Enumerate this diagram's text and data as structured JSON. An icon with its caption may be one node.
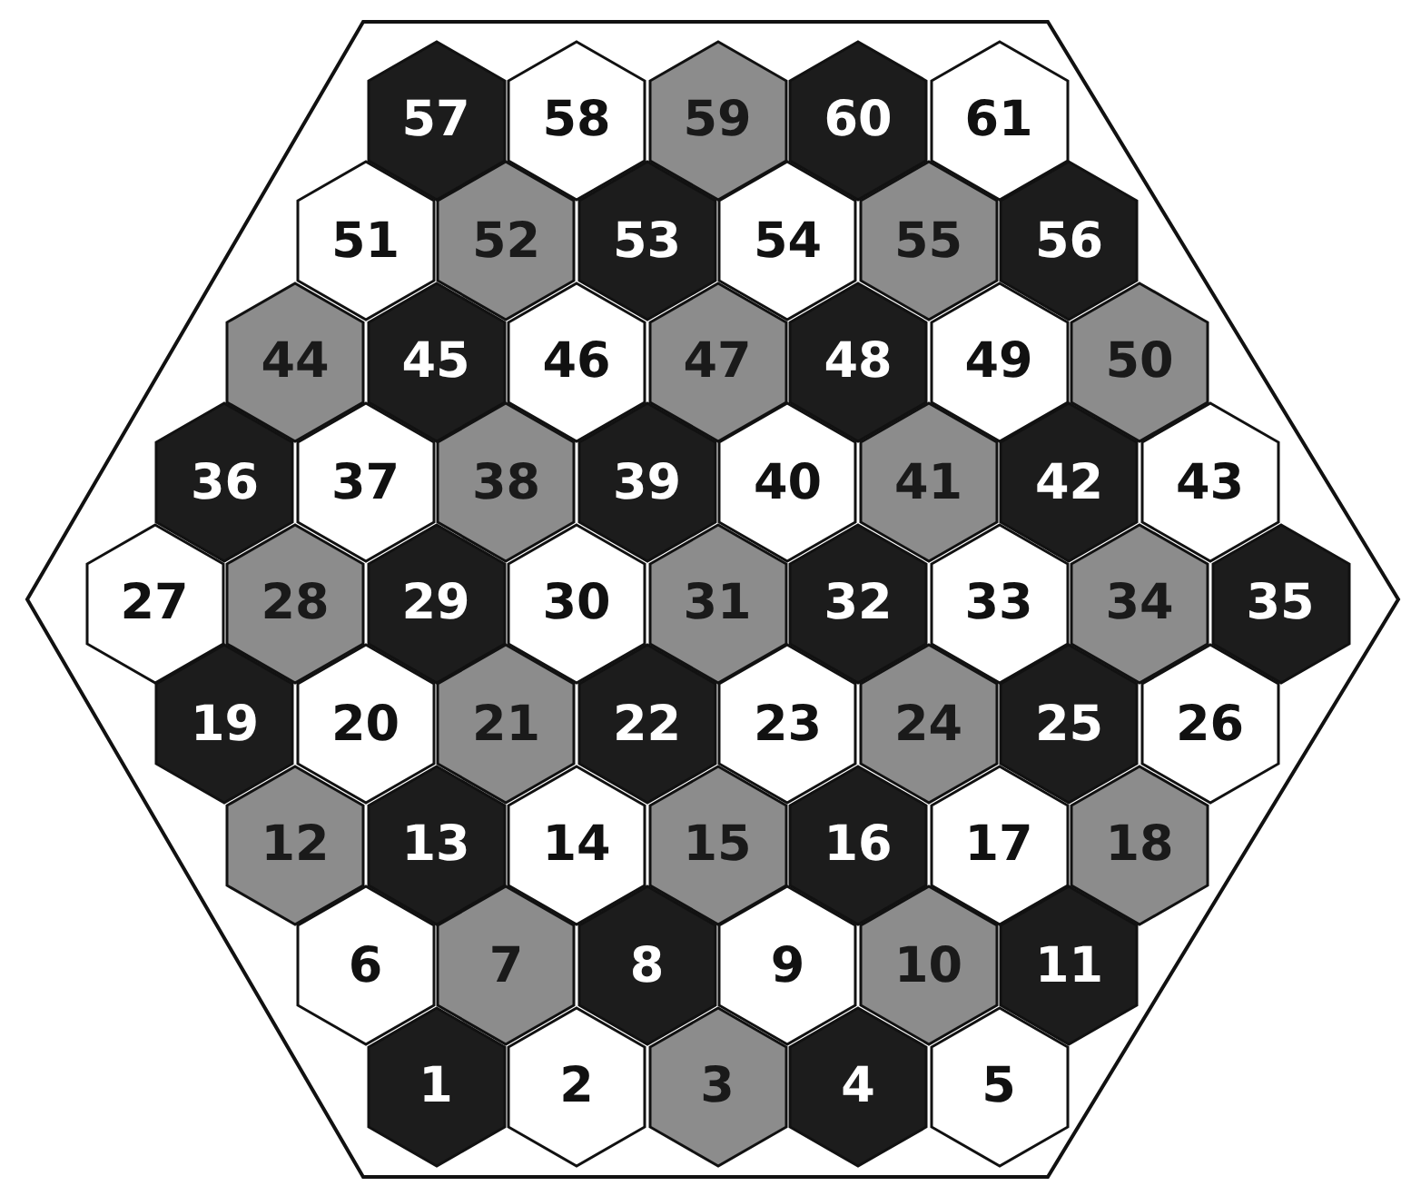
{
  "diagram": {
    "nodes": [
      {
        "text": [
          "57"
        ]
      },
      {
        "text": [
          "58"
        ]
      },
      {
        "text": [
          "59"
        ]
      },
      {
        "text": [
          "60"
        ]
      },
      {
        "text": [
          "61"
        ]
      },
      {
        "text": [
          "51"
        ]
      },
      {
        "text": [
          "52"
        ]
      },
      {
        "text": [
          "53"
        ]
      },
      {
        "text": [
          "54"
        ]
      },
      {
        "text": [
          "55"
        ]
      },
      {
        "text": [
          "56"
        ]
      },
      {
        "text": [
          "44"
        ]
      },
      {
        "text": [
          "45"
        ]
      },
      {
        "text": [
          "46"
        ]
      },
      {
        "text": [
          "47"
        ]
      },
      {
        "text": [
          "48"
        ]
      },
      {
        "text": [
          "49"
        ]
      },
      {
        "text": [
          "50"
        ]
      },
      {
        "text": [
          "36"
        ]
      },
      {
        "text": [
          "37"
        ]
      },
      {
        "text": [
          "38"
        ]
      },
      {
        "text": [
          "39"
        ]
      },
      {
        "text": [
          "40"
        ]
      },
      {
        "text": [
          "41"
        ]
      },
      {
        "text": [
          "42"
        ]
      },
      {
        "text": [
          "43"
        ]
      },
      {
        "text": [
          "27"
        ]
      },
      {
        "text": [
          "28"
        ]
      },
      {
        "text": [
          "29"
        ]
      },
      {
        "text": [
          "30"
        ]
      },
      {
        "text": [
          "31"
        ]
      },
      {
        "text": [
          "32"
        ]
      },
      {
        "text": [
          "33"
        ]
      },
      {
        "text": [
          "34"
        ]
      },
      {
        "text": [
          "35"
        ]
      },
      {
        "text": [
          "19"
        ]
      },
      {
        "text": [
          "20"
        ]
      },
      {
        "text": [
          "21"
        ]
      },
      {
        "text": [
          "22"
        ]
      },
      {
        "text": [
          "23"
        ]
      },
      {
        "text": [
          "24"
        ]
      },
      {
        "text": [
          "25"
        ]
      },
      {
        "text": [
          "26"
        ]
      },
      {
        "text": [
          "12"
        ]
      },
      {
        "text": [
          "13"
        ]
      },
      {
        "text": [
          "14"
        ]
      },
      {
        "text": [
          "15"
        ]
      },
      {
        "text": [
          "16"
        ]
      },
      {
        "text": [
          "17"
        ]
      },
      {
        "text": [
          "18"
        ]
      },
      {
        "text": [
          "6"
        ]
      },
      {
        "text": [
          "7"
        ]
      },
      {
        "text": [
          "8"
        ]
      },
      {
        "text": [
          "9"
        ]
      },
      {
        "text": [
          "10"
        ]
      },
      {
        "text": [
          "11"
        ]
      },
      {
        "text": [
          "1"
        ]
      },
      {
        "text": [
          "2"
        ]
      },
      {
        "text": [
          "3"
        ]
      },
      {
        "text": [
          "4"
        ]
      },
      {
        "text": [
          "5"
        ]
      }
    ]
  }
}
